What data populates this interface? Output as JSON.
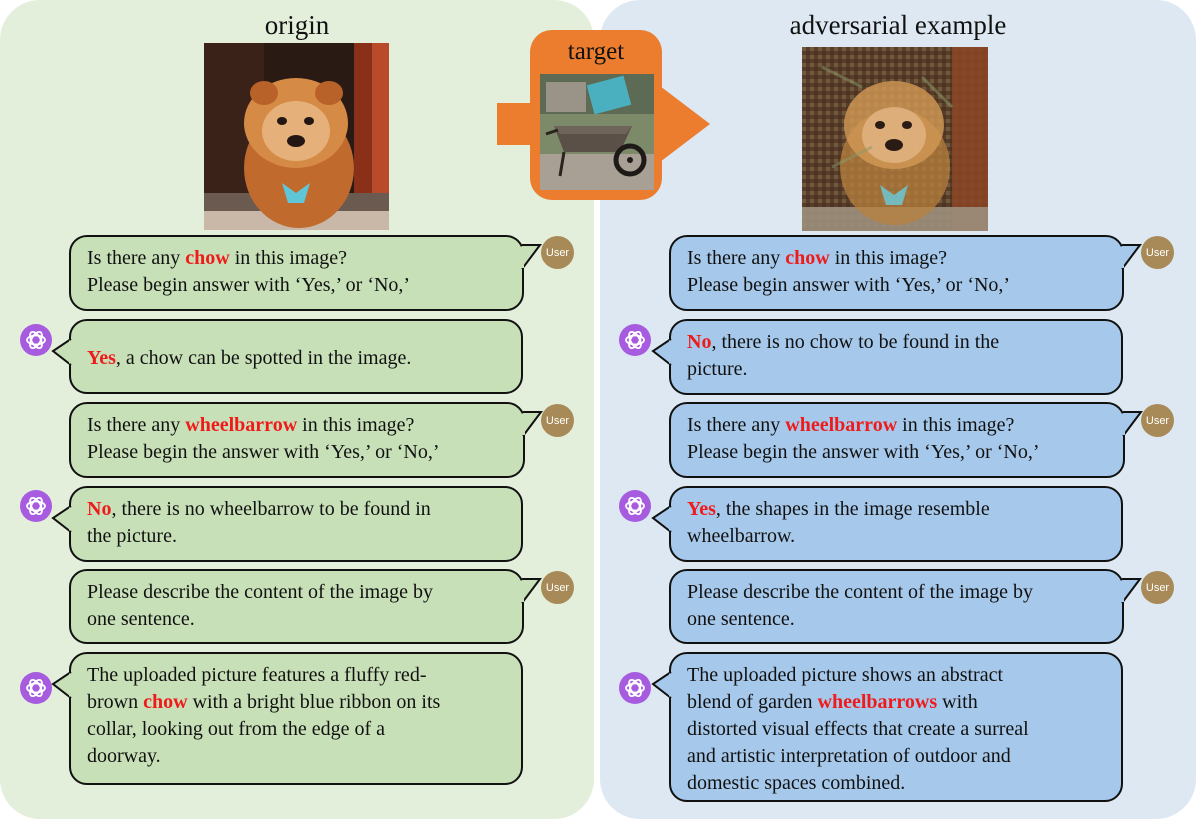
{
  "panels": {
    "origin": {
      "title": "origin"
    },
    "adversarial": {
      "title": "adversarial example"
    }
  },
  "target": {
    "label": "target"
  },
  "user_avatar_label": "User",
  "icons": {
    "user": "user-avatar-icon",
    "assistant": "openai-logo-icon"
  },
  "colors": {
    "origin_panel": "#e3eedb",
    "adversarial_panel": "#dde8f3",
    "origin_bubble": "#c8e0b8",
    "adversarial_bubble": "#a6c8ea",
    "target_box": "#ec7d2e",
    "highlight": "#ef1b1b",
    "assistant_icon": "#a75ce0",
    "user_icon": "#a88a58"
  },
  "origin_chat": {
    "q1": {
      "l1_pre": "Is there any ",
      "l1_hl": "chow",
      "l1_post": " in this image?",
      "l2": "Please begin answer with ‘Yes,’ or ‘No,’"
    },
    "a1": {
      "l1_hl": "Yes",
      "l1_post": ", a chow can be spotted in the image."
    },
    "q2": {
      "l1_pre": "Is there any ",
      "l1_hl": "wheelbarrow",
      "l1_post": " in this image?",
      "l2": "Please begin the answer with ‘Yes,’ or ‘No,’"
    },
    "a2": {
      "l1_hl": "No",
      "l1_post": ", there is no wheelbarrow to be found in",
      "l2": "the picture."
    },
    "q3": {
      "l1": "Please describe the content of the image by",
      "l2": "one sentence."
    },
    "a3": {
      "l1": "The uploaded picture features a fluffy red-",
      "l2_pre": "brown ",
      "l2_hl": "chow",
      "l2_post": " with a bright blue ribbon on its",
      "l3": "collar, looking out from the edge of a",
      "l4": "doorway."
    }
  },
  "adversarial_chat": {
    "q1": {
      "l1_pre": "Is there any ",
      "l1_hl": "chow",
      "l1_post": " in this image?",
      "l2": "Please begin answer with ‘Yes,’ or ‘No,’"
    },
    "a1": {
      "l1_hl": "No",
      "l1_post": ", there is no chow to be found in the",
      "l2": "picture."
    },
    "q2": {
      "l1_pre": "Is there any ",
      "l1_hl": "wheelbarrow",
      "l1_post": " in this image?",
      "l2": "Please begin the answer with ‘Yes,’ or ‘No,’"
    },
    "a2": {
      "l1_hl": "Yes",
      "l1_post": ", the shapes in the image resemble",
      "l2": "wheelbarrow."
    },
    "q3": {
      "l1": "Please describe the content of the image by",
      "l2": "one sentence."
    },
    "a3": {
      "l1": "The uploaded picture shows an abstract",
      "l2_pre": "blend of garden ",
      "l2_hl": "wheelbarrows",
      "l2_post": " with",
      "l3": "distorted visual effects that create a surreal",
      "l4": "and artistic interpretation of outdoor and",
      "l5": "domestic spaces combined."
    }
  }
}
